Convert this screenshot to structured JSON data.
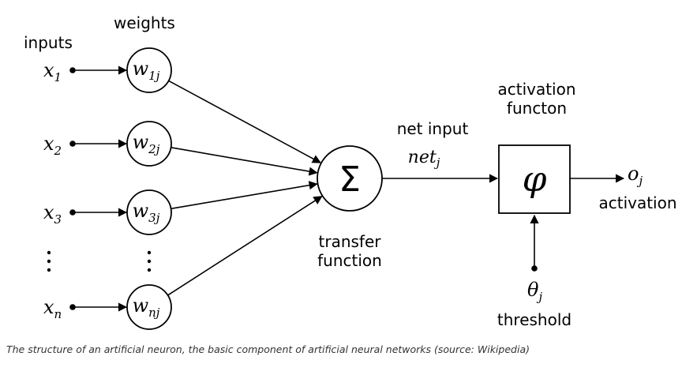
{
  "labels": {
    "inputs": "inputs",
    "weights": "weights",
    "net_input": "net input",
    "net_var": "net",
    "net_sub": "j",
    "activation_function_line1": "activation",
    "activation_function_line2": "functon",
    "transfer_function_line1": "transfer",
    "transfer_function_line2": "function",
    "output_var": "o",
    "output_sub": "j",
    "activation": "activation",
    "threshold_var": "θ",
    "threshold_sub": "j",
    "threshold": "threshold"
  },
  "inputs": [
    {
      "var": "x",
      "sub": "1"
    },
    {
      "var": "x",
      "sub": "2"
    },
    {
      "var": "x",
      "sub": "3"
    },
    {
      "var": "x",
      "sub": "n"
    }
  ],
  "weights": [
    {
      "var": "w",
      "sub": "1j"
    },
    {
      "var": "w",
      "sub": "2j"
    },
    {
      "var": "w",
      "sub": "3j"
    },
    {
      "var": "w",
      "sub": "nj"
    }
  ],
  "symbols": {
    "sum": "Σ",
    "phi": "φ"
  },
  "caption": "The structure of an artificial neuron, the basic component of artificial neural networks (source: Wikipedia)"
}
